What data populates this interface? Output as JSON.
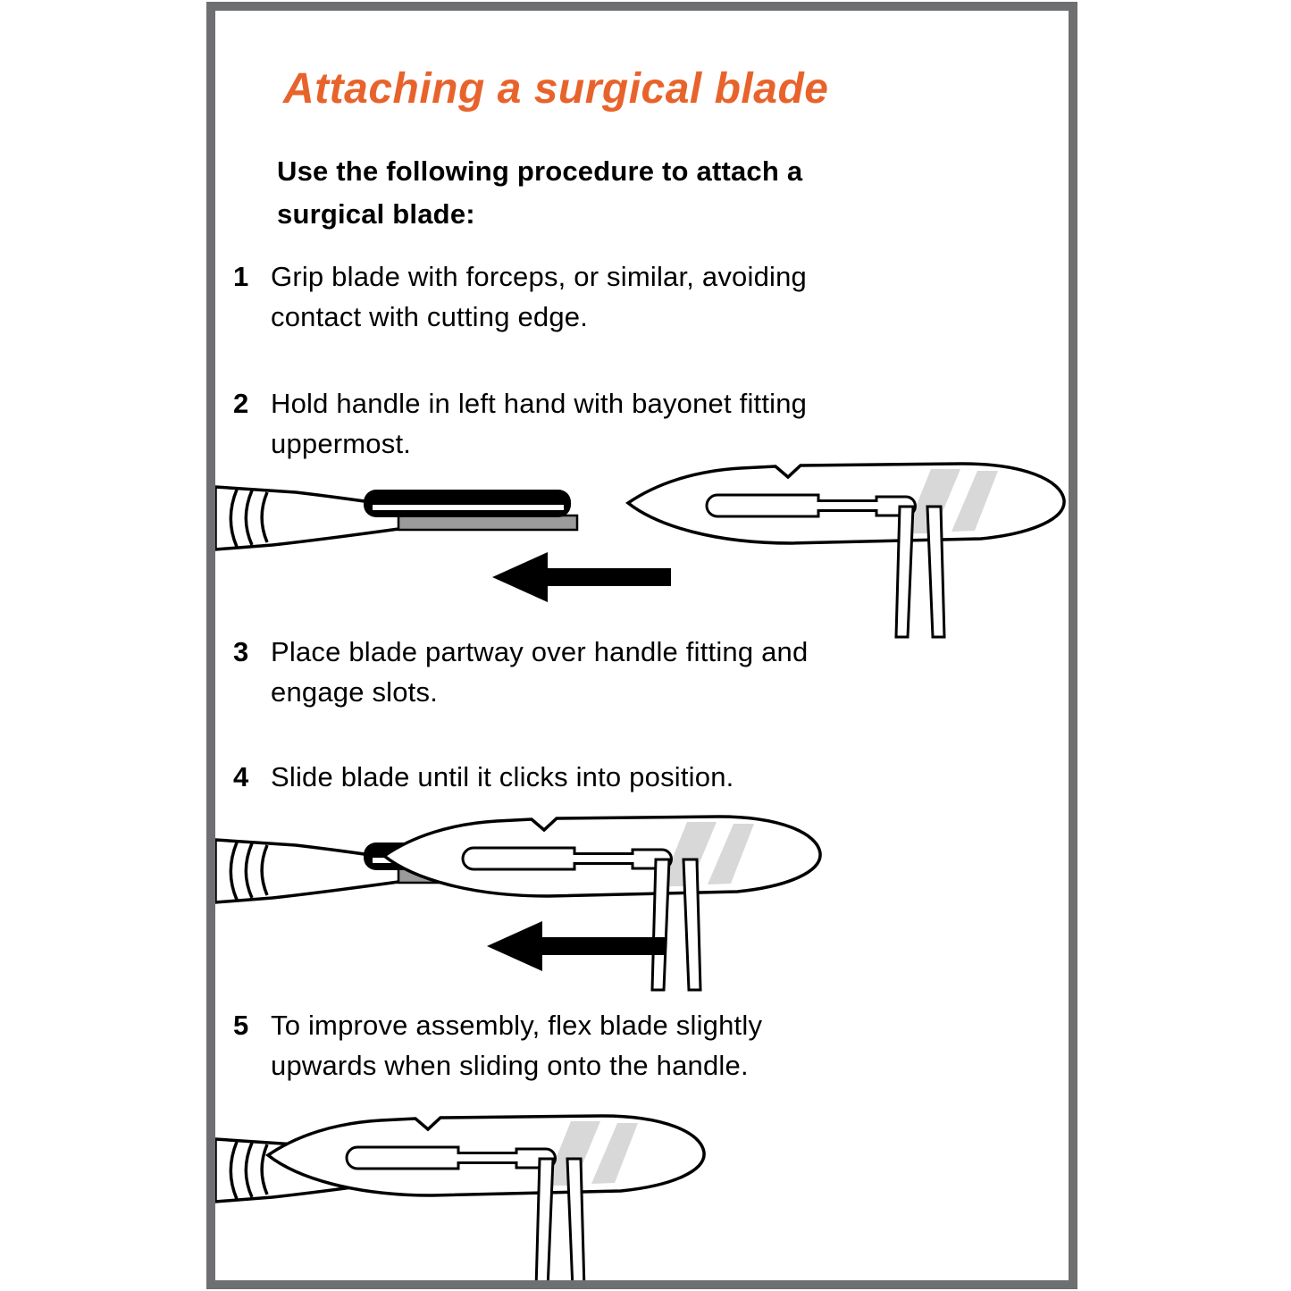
{
  "document": {
    "title": "Attaching a surgical blade",
    "intro_lines": [
      "Use the following procedure to attach a",
      "surgical blade:"
    ],
    "steps": [
      {
        "num": "1",
        "lines": [
          "Grip blade with forceps, or similar, avoiding",
          "contact with cutting edge."
        ]
      },
      {
        "num": "2",
        "lines": [
          "Hold handle in left hand with bayonet fitting",
          "uppermost."
        ]
      },
      {
        "num": "3",
        "lines": [
          "Place blade partway over handle fitting and",
          "engage slots."
        ]
      },
      {
        "num": "4",
        "lines": [
          "Slide blade until it clicks into position."
        ]
      },
      {
        "num": "5",
        "lines": [
          "To improve assembly, flex blade slightly",
          "upwards when sliding onto the handle."
        ]
      }
    ],
    "illustrations": [
      {
        "name": "handle-and-blade-separated"
      },
      {
        "name": "blade-partially-on-handle"
      },
      {
        "name": "blade-fully-attached"
      }
    ],
    "colors": {
      "title": "#E8632C",
      "frame": "#6E6F71",
      "text": "#000000",
      "blade_shading": "#D8D8D8",
      "handle_strip": "#9B9B9B"
    }
  }
}
